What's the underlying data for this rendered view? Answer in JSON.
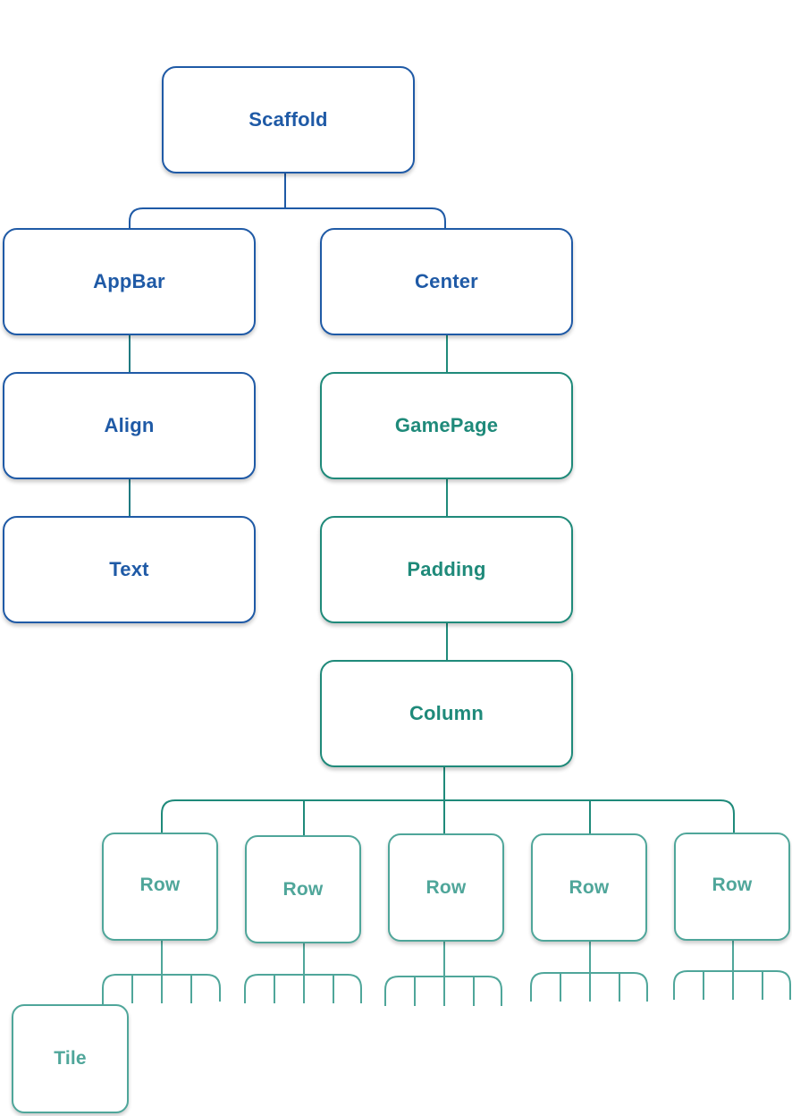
{
  "colors": {
    "blue": "#1f5aa6",
    "teal": "#1f8a7a",
    "light_teal": "#4fa69a"
  },
  "nodes": {
    "scaffold": "Scaffold",
    "appbar": "AppBar",
    "center": "Center",
    "align": "Align",
    "text": "Text",
    "gamepage": "GamePage",
    "padding": "Padding",
    "column": "Column",
    "rows": [
      "Row",
      "Row",
      "Row",
      "Row",
      "Row"
    ],
    "tile": "Tile"
  }
}
